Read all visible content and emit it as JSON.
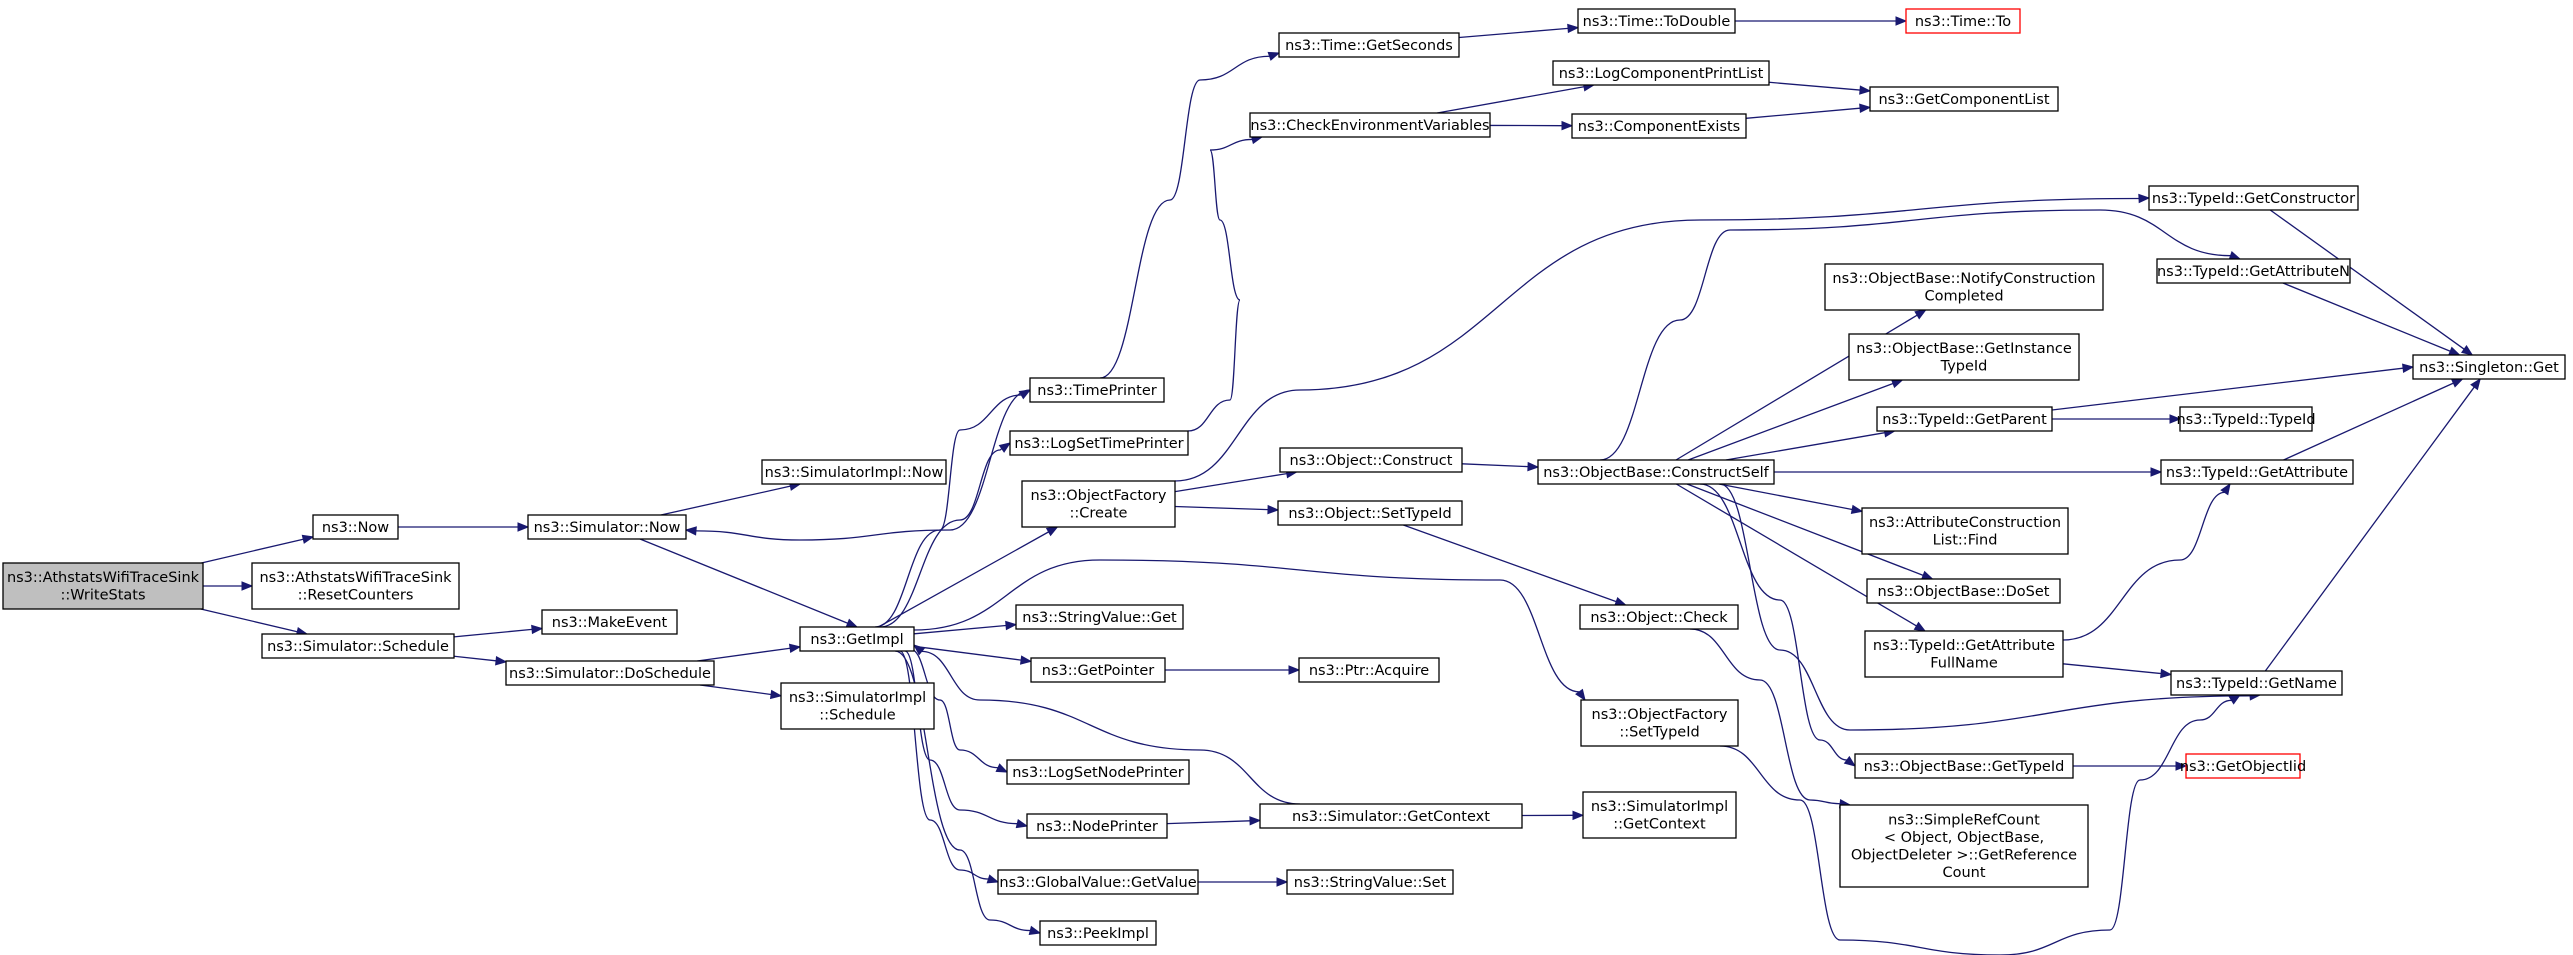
{
  "nodes": [
    {
      "id": "n0",
      "lines": [
        "ns3::AthstatsWifiTraceSink",
        "::WriteStats"
      ],
      "root": true
    },
    {
      "id": "n1",
      "lines": [
        "ns3::Now"
      ]
    },
    {
      "id": "n2",
      "lines": [
        "ns3::AthstatsWifiTraceSink",
        "::ResetCounters"
      ]
    },
    {
      "id": "n3",
      "lines": [
        "ns3::Simulator::Schedule"
      ]
    },
    {
      "id": "n4",
      "lines": [
        "ns3::Simulator::Now"
      ]
    },
    {
      "id": "n5",
      "lines": [
        "ns3::MakeEvent"
      ]
    },
    {
      "id": "n6",
      "lines": [
        "ns3::Simulator::DoSchedule"
      ]
    },
    {
      "id": "n7",
      "lines": [
        "ns3::SimulatorImpl::Now"
      ]
    },
    {
      "id": "n8",
      "lines": [
        "ns3::GetImpl"
      ]
    },
    {
      "id": "n9",
      "lines": [
        "ns3::SimulatorImpl",
        "::Schedule"
      ]
    },
    {
      "id": "n10",
      "lines": [
        "ns3::TimePrinter"
      ]
    },
    {
      "id": "n11",
      "lines": [
        "ns3::LogSetTimePrinter"
      ]
    },
    {
      "id": "n12",
      "lines": [
        "ns3::ObjectFactory",
        "::Create"
      ]
    },
    {
      "id": "n13",
      "lines": [
        "ns3::StringValue::Get"
      ]
    },
    {
      "id": "n14",
      "lines": [
        "ns3::GetPointer"
      ]
    },
    {
      "id": "n15",
      "lines": [
        "ns3::LogSetNodePrinter"
      ]
    },
    {
      "id": "n16",
      "lines": [
        "ns3::NodePrinter"
      ]
    },
    {
      "id": "n17",
      "lines": [
        "ns3::GlobalValue::GetValue"
      ]
    },
    {
      "id": "n18",
      "lines": [
        "ns3::PeekImpl"
      ]
    },
    {
      "id": "n19",
      "lines": [
        "ns3::Time::GetSeconds"
      ]
    },
    {
      "id": "n20",
      "lines": [
        "ns3::CheckEnvironmentVariables"
      ]
    },
    {
      "id": "n21",
      "lines": [
        "ns3::Object::Construct"
      ]
    },
    {
      "id": "n22",
      "lines": [
        "ns3::Object::SetTypeId"
      ]
    },
    {
      "id": "n23",
      "lines": [
        "ns3::Ptr::Acquire"
      ]
    },
    {
      "id": "n24",
      "lines": [
        "ns3::Simulator::GetContext"
      ]
    },
    {
      "id": "n25",
      "lines": [
        "ns3::StringValue::Set"
      ]
    },
    {
      "id": "n26",
      "lines": [
        "ns3::Time::ToDouble"
      ]
    },
    {
      "id": "n27",
      "lines": [
        "ns3::LogComponentPrintList"
      ]
    },
    {
      "id": "n28",
      "lines": [
        "ns3::ComponentExists"
      ]
    },
    {
      "id": "n29",
      "lines": [
        "ns3::ObjectBase::ConstructSelf"
      ]
    },
    {
      "id": "n30",
      "lines": [
        "ns3::Object::Check"
      ]
    },
    {
      "id": "n31",
      "lines": [
        "ns3::ObjectFactory",
        "::SetTypeId"
      ]
    },
    {
      "id": "n32",
      "lines": [
        "ns3::SimulatorImpl",
        "::GetContext"
      ]
    },
    {
      "id": "n33",
      "lines": [
        "ns3::Time::To"
      ],
      "truncated": true
    },
    {
      "id": "n34",
      "lines": [
        "ns3::GetComponentList"
      ]
    },
    {
      "id": "n35",
      "lines": [
        "ns3::ObjectBase::NotifyConstruction",
        "Completed"
      ]
    },
    {
      "id": "n36",
      "lines": [
        "ns3::ObjectBase::GetInstance",
        "TypeId"
      ]
    },
    {
      "id": "n37",
      "lines": [
        "ns3::TypeId::GetParent"
      ]
    },
    {
      "id": "n38",
      "lines": [
        "ns3::AttributeConstruction",
        "List::Find"
      ]
    },
    {
      "id": "n39",
      "lines": [
        "ns3::ObjectBase::DoSet"
      ]
    },
    {
      "id": "n40",
      "lines": [
        "ns3::TypeId::GetAttribute",
        "FullName"
      ]
    },
    {
      "id": "n41",
      "lines": [
        "ns3::ObjectBase::GetTypeId"
      ]
    },
    {
      "id": "n42",
      "lines": [
        "ns3::SimpleRefCount",
        "< Object, ObjectBase,",
        " ObjectDeleter >::GetReference",
        "Count"
      ]
    },
    {
      "id": "n43",
      "lines": [
        "ns3::TypeId::GetConstructor"
      ]
    },
    {
      "id": "n44",
      "lines": [
        "ns3::TypeId::GetAttributeN"
      ]
    },
    {
      "id": "n45",
      "lines": [
        "ns3::TypeId::TypeId"
      ]
    },
    {
      "id": "n46",
      "lines": [
        "ns3::TypeId::GetAttribute"
      ]
    },
    {
      "id": "n47",
      "lines": [
        "ns3::TypeId::GetName"
      ]
    },
    {
      "id": "n48",
      "lines": [
        "ns3::GetObjectIid"
      ],
      "truncated": true
    },
    {
      "id": "n49",
      "lines": [
        "ns3::Singleton::Get"
      ]
    }
  ],
  "edges": [
    [
      "n0",
      "n1"
    ],
    [
      "n0",
      "n2"
    ],
    [
      "n0",
      "n3"
    ],
    [
      "n1",
      "n4"
    ],
    [
      "n4",
      "n7"
    ],
    [
      "n4",
      "n8"
    ],
    [
      "n3",
      "n5"
    ],
    [
      "n3",
      "n6"
    ],
    [
      "n6",
      "n8"
    ],
    [
      "n6",
      "n9"
    ],
    [
      "n8",
      "n10"
    ],
    [
      "n8",
      "n11"
    ],
    [
      "n8",
      "n12"
    ],
    [
      "n8",
      "n13"
    ],
    [
      "n8",
      "n14"
    ],
    [
      "n8",
      "n15"
    ],
    [
      "n8",
      "n16"
    ],
    [
      "n8",
      "n17"
    ],
    [
      "n8",
      "n18"
    ],
    [
      "n8",
      "n31"
    ],
    [
      "n10",
      "n4"
    ],
    [
      "n10",
      "n19"
    ],
    [
      "n11",
      "n20"
    ],
    [
      "n12",
      "n21"
    ],
    [
      "n12",
      "n22"
    ],
    [
      "n12",
      "n43"
    ],
    [
      "n14",
      "n23"
    ],
    [
      "n16",
      "n24"
    ],
    [
      "n24",
      "n8"
    ],
    [
      "n24",
      "n32"
    ],
    [
      "n17",
      "n25"
    ],
    [
      "n19",
      "n26"
    ],
    [
      "n26",
      "n33"
    ],
    [
      "n20",
      "n27"
    ],
    [
      "n20",
      "n28"
    ],
    [
      "n27",
      "n34"
    ],
    [
      "n28",
      "n34"
    ],
    [
      "n21",
      "n29"
    ],
    [
      "n22",
      "n30"
    ],
    [
      "n30",
      "n42"
    ],
    [
      "n31",
      "n47"
    ],
    [
      "n29",
      "n35"
    ],
    [
      "n29",
      "n36"
    ],
    [
      "n29",
      "n37"
    ],
    [
      "n29",
      "n38"
    ],
    [
      "n29",
      "n39"
    ],
    [
      "n29",
      "n40"
    ],
    [
      "n29",
      "n41"
    ],
    [
      "n29",
      "n44"
    ],
    [
      "n29",
      "n46"
    ],
    [
      "n29",
      "n47"
    ],
    [
      "n37",
      "n45"
    ],
    [
      "n37",
      "n49"
    ],
    [
      "n40",
      "n46"
    ],
    [
      "n40",
      "n47"
    ],
    [
      "n41",
      "n48"
    ],
    [
      "n43",
      "n49"
    ],
    [
      "n44",
      "n49"
    ],
    [
      "n46",
      "n49"
    ],
    [
      "n47",
      "n49"
    ]
  ]
}
